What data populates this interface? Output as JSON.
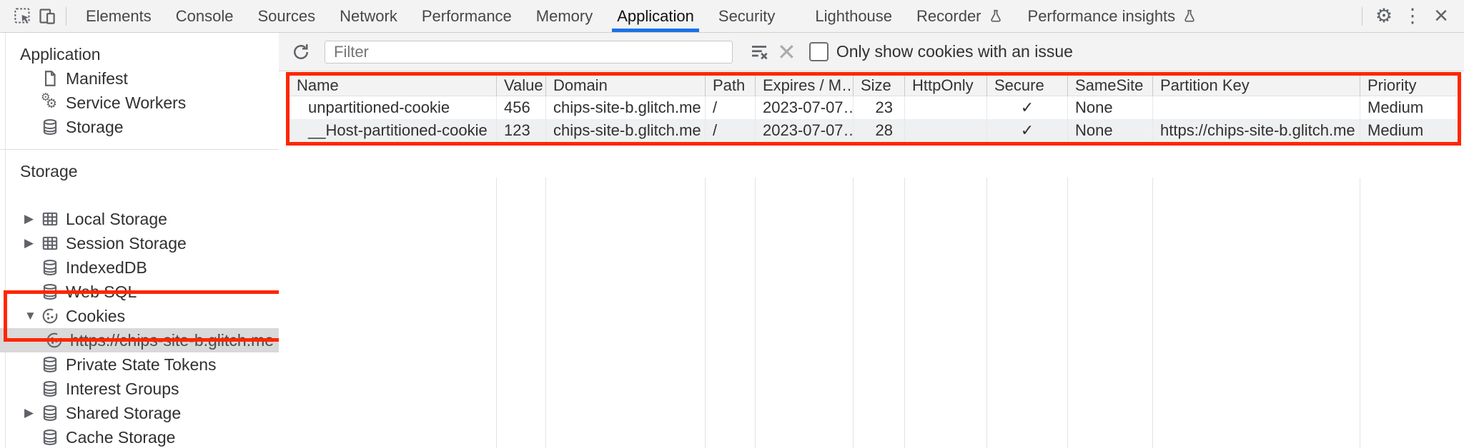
{
  "tabbar": {
    "tabs": [
      "Elements",
      "Console",
      "Sources",
      "Network",
      "Performance",
      "Memory",
      "Application",
      "Security",
      "Lighthouse",
      "Recorder",
      "Performance insights"
    ],
    "active_tab": "Application"
  },
  "sidebar": {
    "sections": [
      {
        "title": "Application",
        "items": [
          {
            "label": "Manifest"
          },
          {
            "label": "Service Workers"
          },
          {
            "label": "Storage"
          }
        ]
      },
      {
        "title": "Storage",
        "items": [
          {
            "label": "Local Storage"
          },
          {
            "label": "Session Storage"
          },
          {
            "label": "IndexedDB"
          },
          {
            "label": "Web SQL"
          },
          {
            "label": "Cookies"
          },
          {
            "label": "https://chips-site-b.glitch.me",
            "selected": true
          },
          {
            "label": "Private State Tokens"
          },
          {
            "label": "Interest Groups"
          },
          {
            "label": "Shared Storage"
          },
          {
            "label": "Cache Storage"
          }
        ]
      }
    ]
  },
  "toolbar": {
    "filter_placeholder": "Filter",
    "only_issue_label": "Only show cookies with an issue",
    "checkbox_checked": false
  },
  "cookies_table": {
    "columns": [
      "Name",
      "Value",
      "Domain",
      "Path",
      "Expires / M…",
      "Size",
      "HttpOnly",
      "Secure",
      "SameSite",
      "Partition Key",
      "Priority"
    ],
    "rows": [
      {
        "name": "unpartitioned-cookie",
        "value": "456",
        "domain": "chips-site-b.glitch.me",
        "path": "/",
        "expires": "2023-07-07…",
        "size": "23",
        "http_only": "",
        "secure": "✓",
        "same_site": "None",
        "partition_key": "",
        "priority": "Medium"
      },
      {
        "name": "__Host-partitioned-cookie",
        "value": "123",
        "domain": "chips-site-b.glitch.me",
        "path": "/",
        "expires": "2023-07-07…",
        "size": "28",
        "http_only": "",
        "secure": "✓",
        "same_site": "None",
        "partition_key": "https://chips-site-b.glitch.me",
        "priority": "Medium"
      }
    ]
  },
  "colors": {
    "accent_blue": "#1a73e8",
    "annotation_red": "#ff2600",
    "selection_gray": "#d9d9d9"
  }
}
